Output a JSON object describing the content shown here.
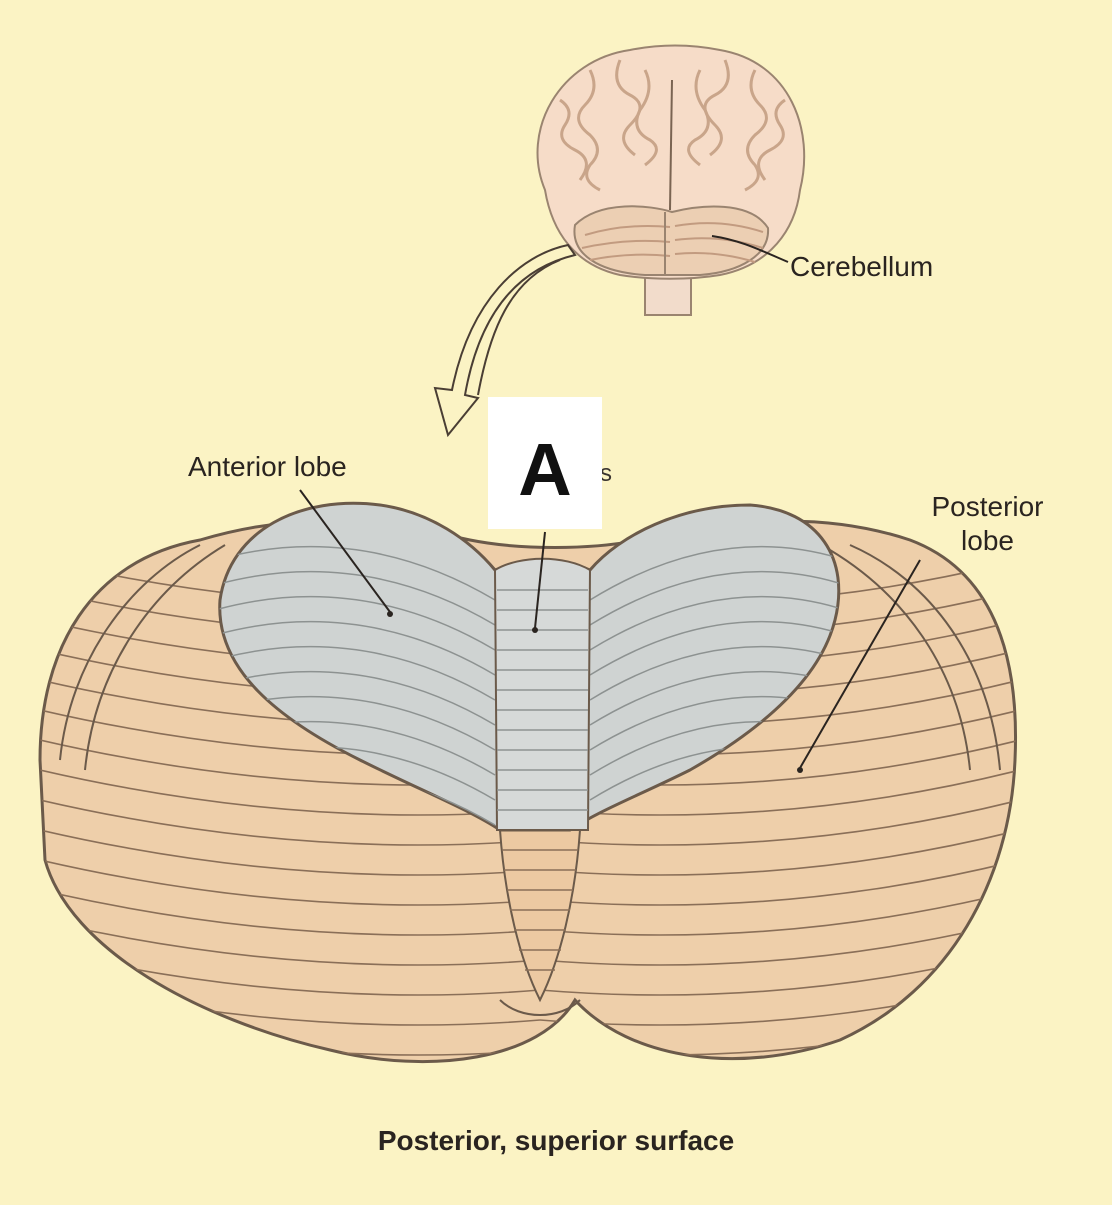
{
  "labels": {
    "cerebellum": "Cerebellum",
    "anterior": "Anterior lobe",
    "posterior": "Posterior\nlobe",
    "caption": "Posterior, superior surface",
    "mask_letter": "A",
    "mask_fragment": "s"
  },
  "colors": {
    "background": "#fbf3c4",
    "posterior_lobe": "#eecfaa",
    "anterior_lobe": "#cfd3d2",
    "brain": "#f6dcc8",
    "line": "#6b5a4a"
  }
}
